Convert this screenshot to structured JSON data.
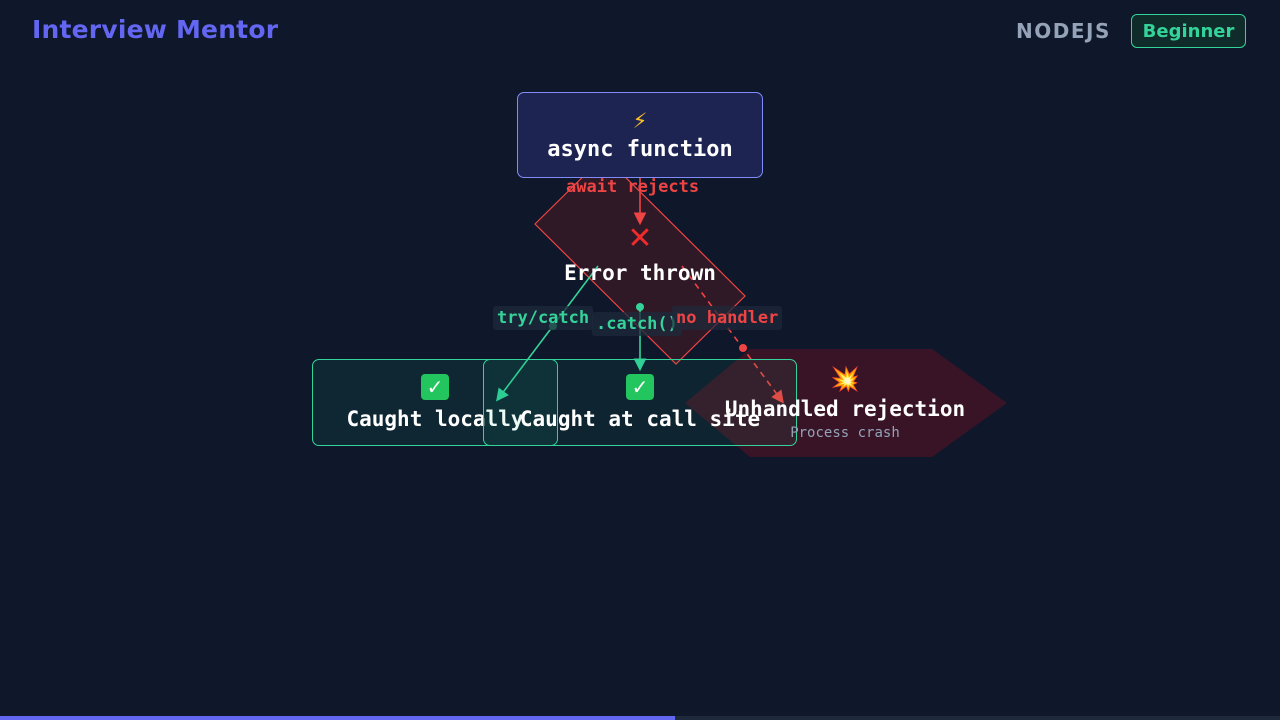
{
  "header": {
    "brand": "Interview Mentor",
    "topic": "NODEJS",
    "level": "Beginner"
  },
  "diagram": {
    "nodes": {
      "async_function": {
        "icon": "⚡",
        "icon_name": "lightning-icon",
        "label": "async function"
      },
      "error_thrown": {
        "icon": "✕",
        "icon_name": "red-cross-icon",
        "label": "Error thrown"
      },
      "caught_locally": {
        "icon": "✓",
        "icon_name": "check-mark-icon",
        "label": "Caught locally"
      },
      "caught_call_site": {
        "icon": "✓",
        "icon_name": "check-mark-icon",
        "label": "Caught at call site"
      },
      "unhandled": {
        "icon": "💥",
        "icon_name": "collision-icon",
        "label": "Unhandled rejection",
        "sublabel": "Process crash"
      }
    },
    "edges": {
      "await_rejects": "await rejects",
      "try_catch": "try/catch",
      "catch_method": ".catch()",
      "no_handler": "no handler"
    },
    "colors": {
      "background": "#0f172a",
      "async": "#818cf8",
      "error": "#ef4444",
      "success": "#34d399",
      "brand": "#6366f1"
    }
  },
  "progress": {
    "fraction": 0.527
  }
}
